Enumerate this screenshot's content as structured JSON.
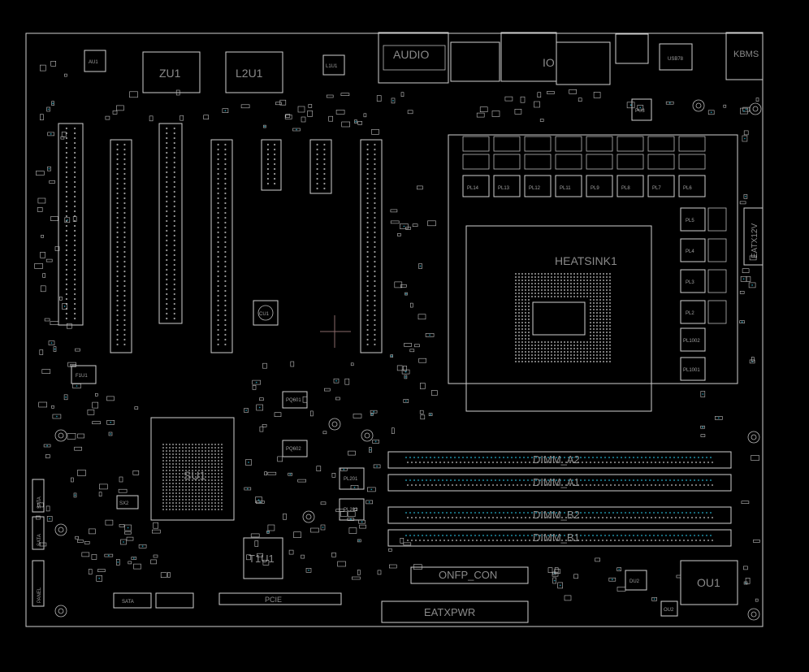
{
  "board": {
    "outline_color": "#cfcfcf",
    "label_color": "#8a8a8a",
    "via_color": "#1e8aa0"
  },
  "labels": {
    "zu1": "ZU1",
    "l2u1": "L2U1",
    "au1": "AU1",
    "l1u1": "L1U1",
    "audio": "AUDIO",
    "io": "IO",
    "kbms": "KBMS",
    "usb78": "USB78",
    "pu3": "PU3",
    "cu1": "CU1",
    "heatsink": "HEATSINK1",
    "su1": "SU1",
    "t1u1": "T1U1",
    "ou1": "OU1",
    "pcie_name": "PCIE",
    "fan_sx2": "SX2",
    "atxpwr": "EATXPWR",
    "onfp_con": "ONFP_CON",
    "eatx12v": "EATX12V",
    "dimm_a2": "DIMM_A2",
    "dimm_a1": "DIMM_A1",
    "dimm_b2": "DIMM_B2",
    "dimm_b1": "DIMM_B1",
    "pl": [
      "PL14",
      "PL13",
      "PL12",
      "PL11",
      "PL9",
      "PL8",
      "PL7",
      "PL6"
    ],
    "pl_right": [
      "PL5",
      "PL4",
      "PL3",
      "PL2"
    ],
    "pl_small": [
      "PL1002",
      "PL1001"
    ],
    "pq": [
      "PQ601",
      "PQ602"
    ],
    "pl_misc": [
      "PL201",
      "PL202"
    ],
    "ou2": "OU2",
    "du2": "DU2",
    "sata": [
      "SATA",
      "SATA",
      "SATA"
    ],
    "panel": "PANEL",
    "f1u1": "F1U1"
  }
}
